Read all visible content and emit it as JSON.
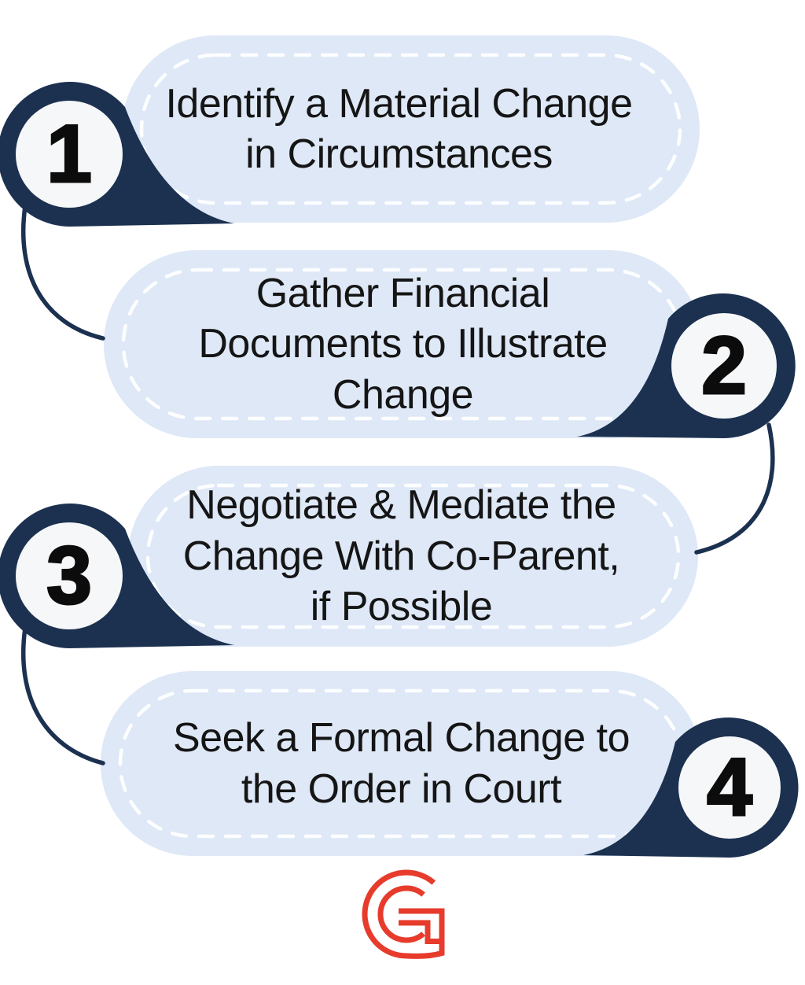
{
  "infographic": {
    "description": "Four-step process infographic",
    "steps": [
      {
        "number": "1",
        "title": "Identify a Material Change\nin Circumstances"
      },
      {
        "number": "2",
        "title": "Gather Financial\nDocuments to Illustrate\nChange"
      },
      {
        "number": "3",
        "title": "Negotiate & Mediate the\nChange With Co-Parent,\nif Possible"
      },
      {
        "number": "4",
        "title": "Seek a Formal Change to\nthe Order in Court"
      }
    ],
    "logo": {
      "label": "G"
    },
    "colors": {
      "navy": "#1c3150",
      "pill_blue": "#dee8f7",
      "dash_white": "#ffffff",
      "badge_inner": "#f6f7f9",
      "number_black": "#0c0c0c",
      "text_black": "#151515",
      "logo_red": "#e73b2c",
      "background": "#ffffff"
    }
  }
}
